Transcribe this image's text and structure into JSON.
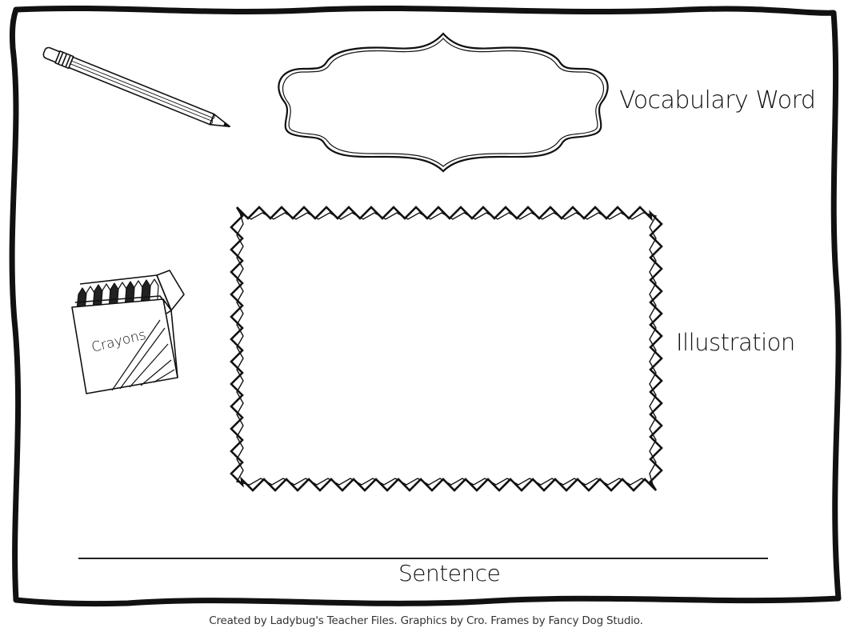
{
  "worksheet": {
    "vocabulary_label": "Vocabulary Word",
    "illustration_label": "Illustration",
    "sentence_label": "Sentence",
    "crayon_box_text": "Crayons",
    "credit": "Created by Ladybug's Teacher Files. Graphics by Cro. Frames by Fancy Dog Studio."
  },
  "colors": {
    "ink": "#111111",
    "paper": "#ffffff"
  },
  "icons": [
    "pencil-icon",
    "crayon-box-icon"
  ]
}
